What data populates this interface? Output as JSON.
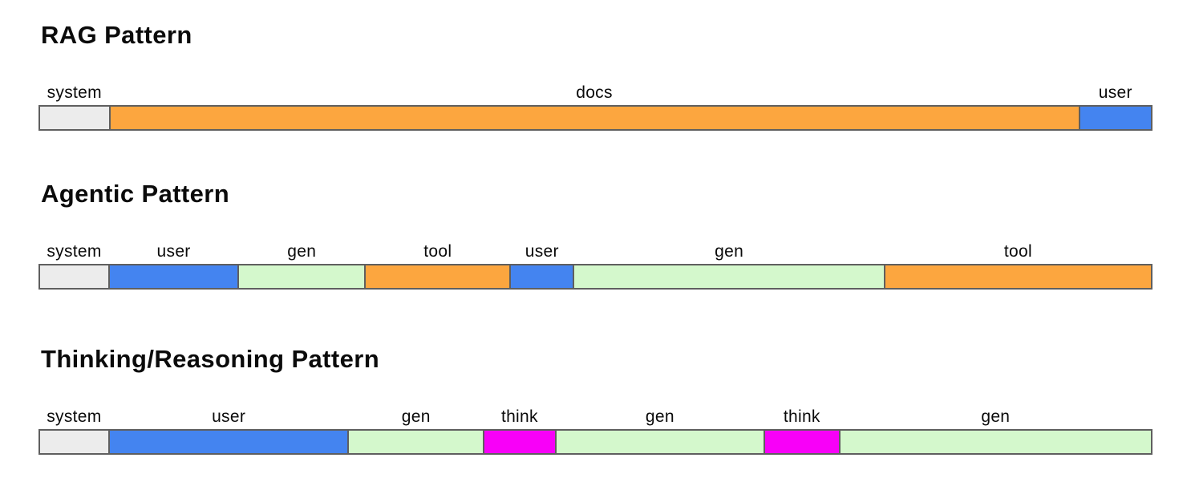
{
  "figure": {
    "background": "#ffffff",
    "text_color": "#0b0b0b",
    "segment_border_color": "#5f5f5f",
    "colors": {
      "system": "#ececec",
      "user": "#4484f0",
      "docs": "#fca63f",
      "tool": "#fca63f",
      "gen": "#d4f8cc",
      "think": "#f800f8"
    },
    "sections": [
      {
        "id": "rag",
        "title": "RAG Pattern",
        "segments": [
          {
            "label": "system",
            "type": "system",
            "flex": 86
          },
          {
            "label": "docs",
            "type": "docs",
            "flex": 1214
          },
          {
            "label": "user",
            "type": "user",
            "flex": 89
          }
        ]
      },
      {
        "id": "agentic",
        "title": "Agentic Pattern",
        "segments": [
          {
            "label": "system",
            "type": "system",
            "flex": 86
          },
          {
            "label": "user",
            "type": "user",
            "flex": 161
          },
          {
            "label": "gen",
            "type": "gen",
            "flex": 158
          },
          {
            "label": "tool",
            "type": "tool",
            "flex": 181
          },
          {
            "label": "user",
            "type": "user",
            "flex": 78
          },
          {
            "label": "gen",
            "type": "gen",
            "flex": 390
          },
          {
            "label": "tool",
            "type": "tool",
            "flex": 335
          }
        ]
      },
      {
        "id": "thinking",
        "title": "Thinking/Reasoning Pattern",
        "segments": [
          {
            "label": "system",
            "type": "system",
            "flex": 86
          },
          {
            "label": "user",
            "type": "user",
            "flex": 301
          },
          {
            "label": "gen",
            "type": "gen",
            "flex": 169
          },
          {
            "label": "think",
            "type": "think",
            "flex": 89
          },
          {
            "label": "gen",
            "type": "gen",
            "flex": 262
          },
          {
            "label": "think",
            "type": "think",
            "flex": 93
          },
          {
            "label": "gen",
            "type": "gen",
            "flex": 393
          }
        ]
      }
    ]
  }
}
